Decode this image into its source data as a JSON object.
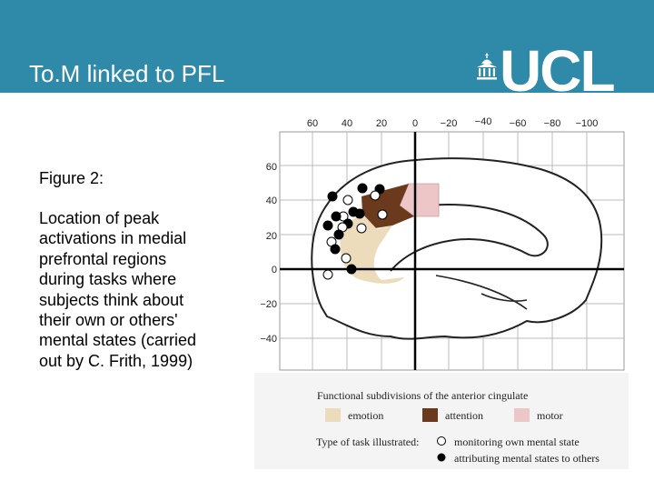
{
  "slide": {
    "title": "To.M linked to PFL",
    "figure_label": "Figure 2:",
    "caption": "Location of peak activations in medial prefrontal regions during tasks where subjects think about their own or others' mental states (carried out by C. Frith, 1999)"
  },
  "logo": {
    "text": "UCL"
  },
  "figure": {
    "x_tick_labels": [
      "60",
      "40",
      "20",
      "0",
      "−20",
      "−40",
      "−60",
      "−80",
      "−100"
    ],
    "y_tick_labels": [
      "60",
      "40",
      "20",
      "0",
      "−20",
      "−40"
    ],
    "legend": {
      "heading": "Functional subdivisions of the anterior cingulate",
      "emotion": "emotion",
      "attention": "attention",
      "motor": "motor",
      "task_prefix": "Type of task illustrated:",
      "own_state": "monitoring own mental state",
      "others_state": "attributing mental states to others",
      "colors": {
        "emotion": "#ecdcbc",
        "attention": "#6b3a1c",
        "motor": "#edc7c7"
      }
    }
  }
}
